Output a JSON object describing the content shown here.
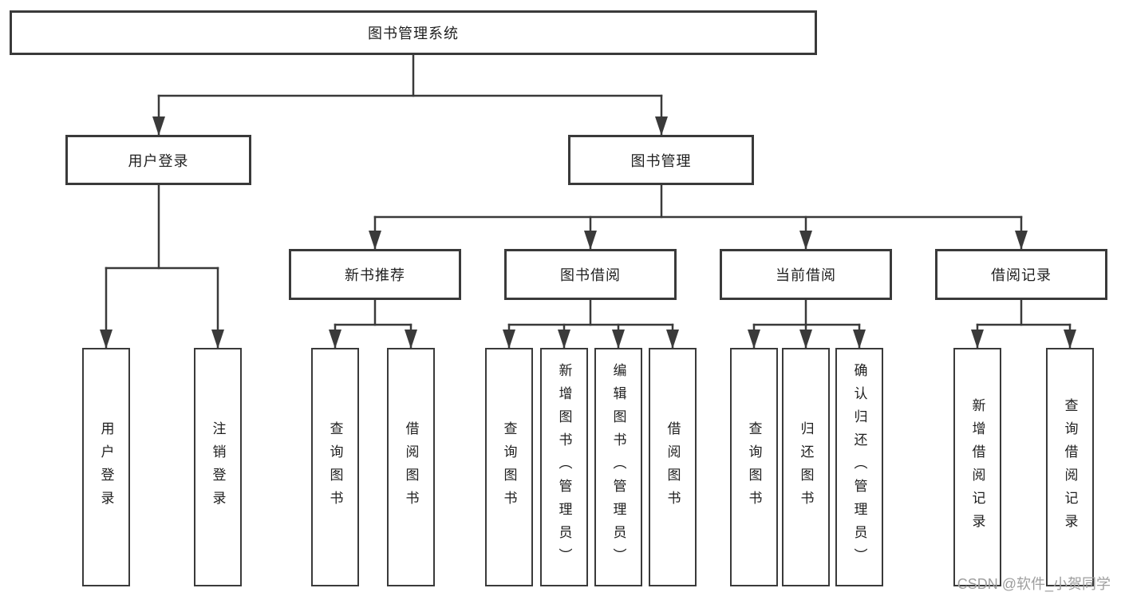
{
  "diagram": {
    "title": "图书管理系统",
    "branches": [
      {
        "label": "用户登录",
        "children": [
          {
            "label": "用户登录"
          },
          {
            "label": "注销登录"
          }
        ]
      },
      {
        "label": "图书管理",
        "children": [
          {
            "label": "新书推荐",
            "children": [
              {
                "label": "查询图书"
              },
              {
                "label": "借阅图书"
              }
            ]
          },
          {
            "label": "图书借阅",
            "children": [
              {
                "label": "查询图书"
              },
              {
                "label": "新增图书（管理员）"
              },
              {
                "label": "编辑图书（管理员）"
              },
              {
                "label": "借阅图书"
              }
            ]
          },
          {
            "label": "当前借阅",
            "children": [
              {
                "label": "查询图书"
              },
              {
                "label": "归还图书"
              },
              {
                "label": "确认归还（管理员）"
              }
            ]
          },
          {
            "label": "借阅记录",
            "children": [
              {
                "label": "新增借阅记录"
              },
              {
                "label": "查询借阅记录"
              }
            ]
          }
        ]
      }
    ]
  },
  "watermark": {
    "text": "CSDN @软件_小贺同学"
  },
  "colors": {
    "line": "#3a3a3a",
    "text": "#1f1f1f",
    "box_background": "#ffffff",
    "page_background": "#ffffff",
    "watermark": "#9e9e9e"
  }
}
